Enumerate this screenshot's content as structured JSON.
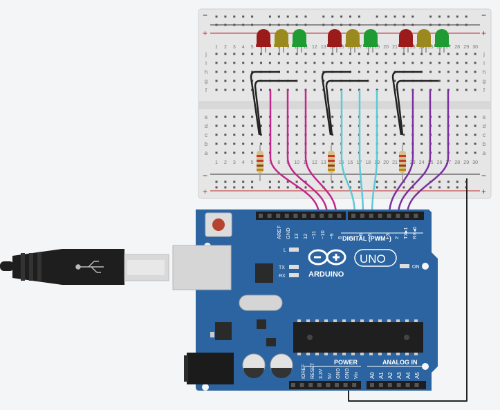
{
  "breadboard": {
    "rail_minus": "−",
    "rail_plus": "+",
    "columns": [
      "1",
      "2",
      "3",
      "4",
      "5",
      "6",
      "7",
      "8",
      "9",
      "10",
      "11",
      "12",
      "13",
      "14",
      "15",
      "16",
      "17",
      "18",
      "19",
      "20",
      "21",
      "22",
      "23",
      "24",
      "25",
      "26",
      "27",
      "28",
      "29",
      "30"
    ],
    "rows_top": [
      "j",
      "i",
      "h",
      "g",
      "f"
    ],
    "rows_bottom": [
      "e",
      "d",
      "c",
      "b",
      "a"
    ]
  },
  "leds": [
    {
      "color": "red",
      "hex": "#9b1b1b"
    },
    {
      "color": "yellow",
      "hex": "#9a8a1e"
    },
    {
      "color": "green",
      "hex": "#1f9b34"
    },
    {
      "color": "red",
      "hex": "#9b1b1b"
    },
    {
      "color": "yellow",
      "hex": "#9a8a1e"
    },
    {
      "color": "green",
      "hex": "#1f9b34"
    },
    {
      "color": "red",
      "hex": "#9b1b1b"
    },
    {
      "color": "yellow",
      "hex": "#9a8a1e"
    },
    {
      "color": "green",
      "hex": "#1f9b34"
    }
  ],
  "wire_colors": {
    "group1": "#c2268a",
    "group2": "#5ec8d6",
    "group3": "#7a2f9e",
    "ground": "#222222"
  },
  "arduino": {
    "logo": "ARDUINO",
    "model": "UNO",
    "digital_header_label": "DIGITAL (PWM~)",
    "digital_pins": [
      "AREF",
      "GND",
      "13",
      "12",
      "~11",
      "~10",
      "~9",
      "8",
      "7",
      "~6",
      "~5",
      "4",
      "~3",
      "2",
      "TX▸1",
      "RX◂0"
    ],
    "power_label": "POWER",
    "power_pins": [
      "IOREF",
      "RESET",
      "3.3V",
      "5V",
      "GND",
      "GND",
      "Vin"
    ],
    "analog_label": "ANALOG IN",
    "analog_pins": [
      "A0",
      "A1",
      "A2",
      "A3",
      "A4",
      "A5"
    ],
    "led_l": "L",
    "led_tx": "TX",
    "led_rx": "RX",
    "led_on": "ON",
    "board_color": "#2b64a0"
  }
}
